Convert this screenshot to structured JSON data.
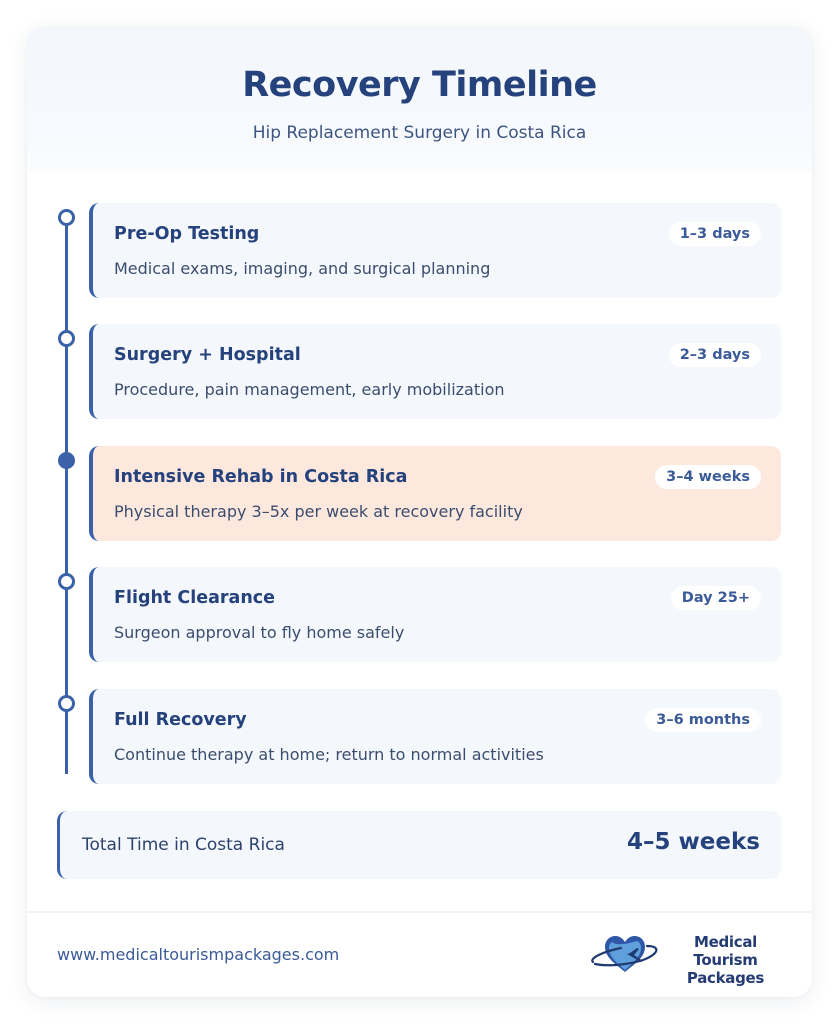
{
  "header": {
    "title": "Recovery Timeline",
    "subtitle": "Hip Replacement Surgery in Costa Rica"
  },
  "steps": [
    {
      "title": "Pre-Op Testing",
      "description": "Medical exams, imaging, and surgical planning",
      "duration": "1–3 days",
      "highlighted": false
    },
    {
      "title": "Surgery + Hospital",
      "description": "Procedure, pain management, early mobilization",
      "duration": "2–3 days",
      "highlighted": false
    },
    {
      "title": "Intensive Rehab in Costa Rica",
      "description": "Physical therapy 3–5x per week at recovery facility",
      "duration": "3–4 weeks",
      "highlighted": true
    },
    {
      "title": "Flight Clearance",
      "description": "Surgeon approval to fly home safely",
      "duration": "Day 25+",
      "highlighted": false
    },
    {
      "title": "Full Recovery",
      "description": "Continue therapy at home; return to normal activities",
      "duration": "3–6 months",
      "highlighted": false
    }
  ],
  "total": {
    "label": "Total Time in Costa Rica",
    "value": "4–5 weeks"
  },
  "footer": {
    "url": "www.medicaltourismpackages.com",
    "logo_line1": "Medical Tourism",
    "logo_line2": "Packages",
    "logo_icon": "heart-airplane-icon"
  },
  "colors": {
    "primary": "#25427c",
    "accent": "#3b62a8",
    "card_bg": "#f4f8fc",
    "highlight_bg": "#fde8de"
  }
}
